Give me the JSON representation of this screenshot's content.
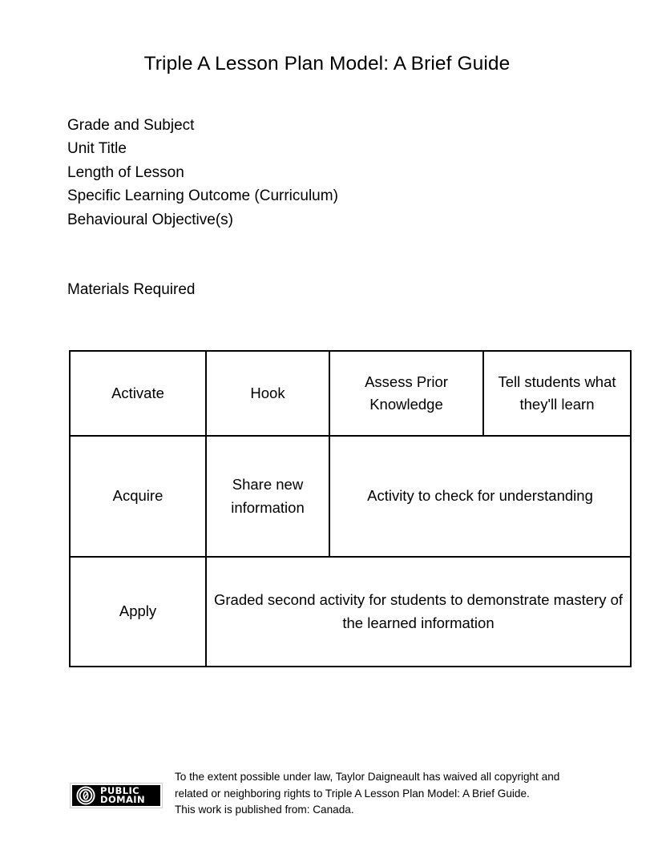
{
  "document": {
    "title": "Triple A Lesson Plan Model: A Brief Guide"
  },
  "fields": {
    "items": [
      {
        "label": "Grade and Subject"
      },
      {
        "label": "Unit Title"
      },
      {
        "label": "Length of Lesson"
      },
      {
        "label": "Specific Learning Outcome (Curriculum)"
      },
      {
        "label": "Behavioural Objective(s)"
      }
    ]
  },
  "materials": {
    "label": "Materials Required"
  },
  "table": {
    "rows": [
      {
        "stage": "Activate",
        "cells": [
          {
            "text": "Hook"
          },
          {
            "text": "Assess Prior Knowledge"
          },
          {
            "text": "Tell students what they'll learn"
          }
        ]
      },
      {
        "stage": "Acquire",
        "cells": [
          {
            "text": "Share new information"
          },
          {
            "text": "Activity to check for understanding"
          }
        ]
      },
      {
        "stage": "Apply",
        "cells": [
          {
            "text": "Graded second activity for students to demonstrate mastery of the learned information"
          }
        ]
      }
    ]
  },
  "footer": {
    "badge": {
      "line1": "PUBLIC",
      "line2": "DOMAIN",
      "icon": "cc-zero-icon",
      "background_color": "#000000",
      "text_color": "#ffffff"
    },
    "lines": [
      "To the extent possible under law, Taylor Daigneault has waived all copyright and",
      "related or neighboring rights to Triple A Lesson Plan Model: A Brief Guide.",
      "This work is published from: Canada."
    ]
  }
}
